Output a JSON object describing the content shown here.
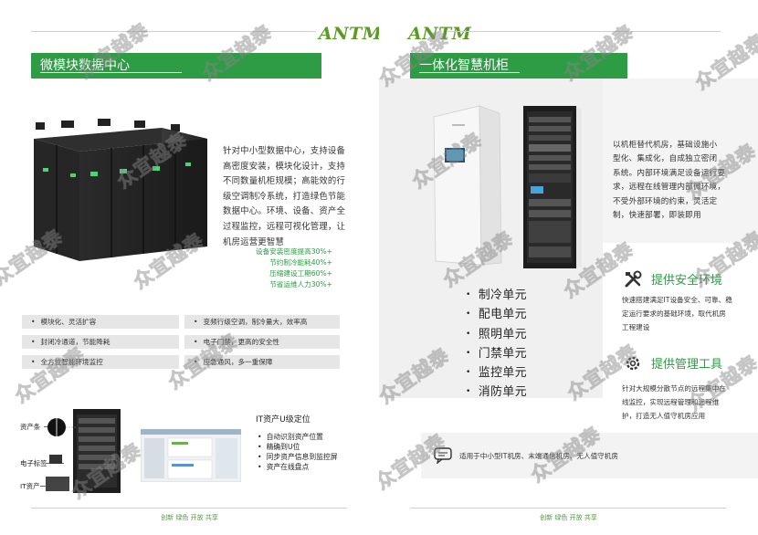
{
  "left": {
    "logo": "ANTM",
    "section_title": "微模块数据中心",
    "intro_lines": [
      "针对中小型数据中心，支持设备",
      "高密度安装，模块化设计，支持",
      "不同数量机柜规模；高能效的行",
      "级空调制冷系统，打造绿色节能",
      "数据中心。环境、设备、资产全",
      "过程监控，远程可视化管理，让",
      "机房运营更智慧"
    ],
    "stats": [
      "设备安装密度提高30%+",
      "节约制冷能耗40%+",
      "压缩建设工期60%+",
      "节省运维人力30%+"
    ],
    "features_col1": [
      "模块化、灵活扩容",
      "封闭冷通道，节能降耗",
      "全方位智能环境监控"
    ],
    "features_col2": [
      "变频行级空调，制冷量大，效率高",
      "电子门禁，更高的安全性",
      "应急通风，多一重保障"
    ],
    "diagram_labels": {
      "asset_strip": "资产条",
      "e_tag": "电子标签",
      "it_asset": "IT资产"
    },
    "it_asset": {
      "title": "IT资产U级定位",
      "items": [
        "自动识别资产位置",
        "精确到U位",
        "同步资产信息到监控屏",
        "资产在线盘点"
      ]
    },
    "footer": "创新  绿色  开放  共享"
  },
  "right": {
    "logo": "ANTM",
    "section_title": "一体化智慧机柜",
    "intro_lines": [
      "以机柜替代机房，基础设施小",
      "型化、集成化，自成独立密闭",
      "系统。内部环境满足设备运行要",
      "求，远程在线管理内部微环境，",
      "不受外部环境的约束，灵活定",
      "制，快速部署，即装即用"
    ],
    "units": [
      "制冷单元",
      "配电单元",
      "照明单元",
      "门禁单元",
      "监控单元",
      "消防单元"
    ],
    "safety": {
      "title": "提供安全环境",
      "lines": [
        "快速搭建满足IT设备安全、可靠、稳",
        "定运行要求的基础环境，取代机房",
        "工程建设"
      ]
    },
    "management": {
      "title": "提供管理工具",
      "lines": [
        "针对大规模分散节点的远程集中在",
        "线监控，实现远程管理和远程维",
        "护，打造无人值守机房应用"
      ]
    },
    "application": "适用于中小型IT机房、末端通信机房、无人值守机房",
    "footer": "创新  绿色  开放  共享"
  },
  "watermark_text": "众宜越泰",
  "colors": {
    "brand_green": "#2e9b45",
    "logo_green": "#5c9a26",
    "feature_gray": "#e6e6e6"
  }
}
